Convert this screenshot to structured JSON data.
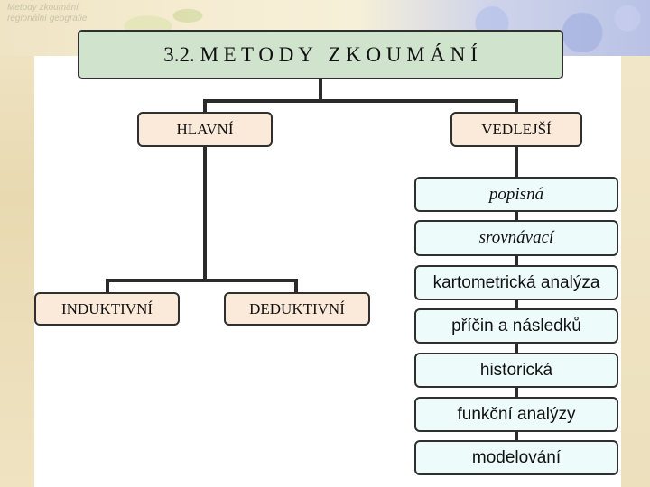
{
  "corner_caption": "Metody zkoumání regionální geografie",
  "title": "3.2. M E T O D Y   Z K O U M Á N Í",
  "branches": {
    "main": "HLAVNÍ",
    "secondary": "VEDLEJŠÍ"
  },
  "main_methods": [
    "INDUKTIVNÍ",
    "DEDUKTIVNÍ"
  ],
  "secondary_methods": [
    "popisná",
    "srovnávací",
    "kartometrická analýza",
    "příčin a následků",
    "historická",
    "funkční analýzy",
    "modelování"
  ]
}
